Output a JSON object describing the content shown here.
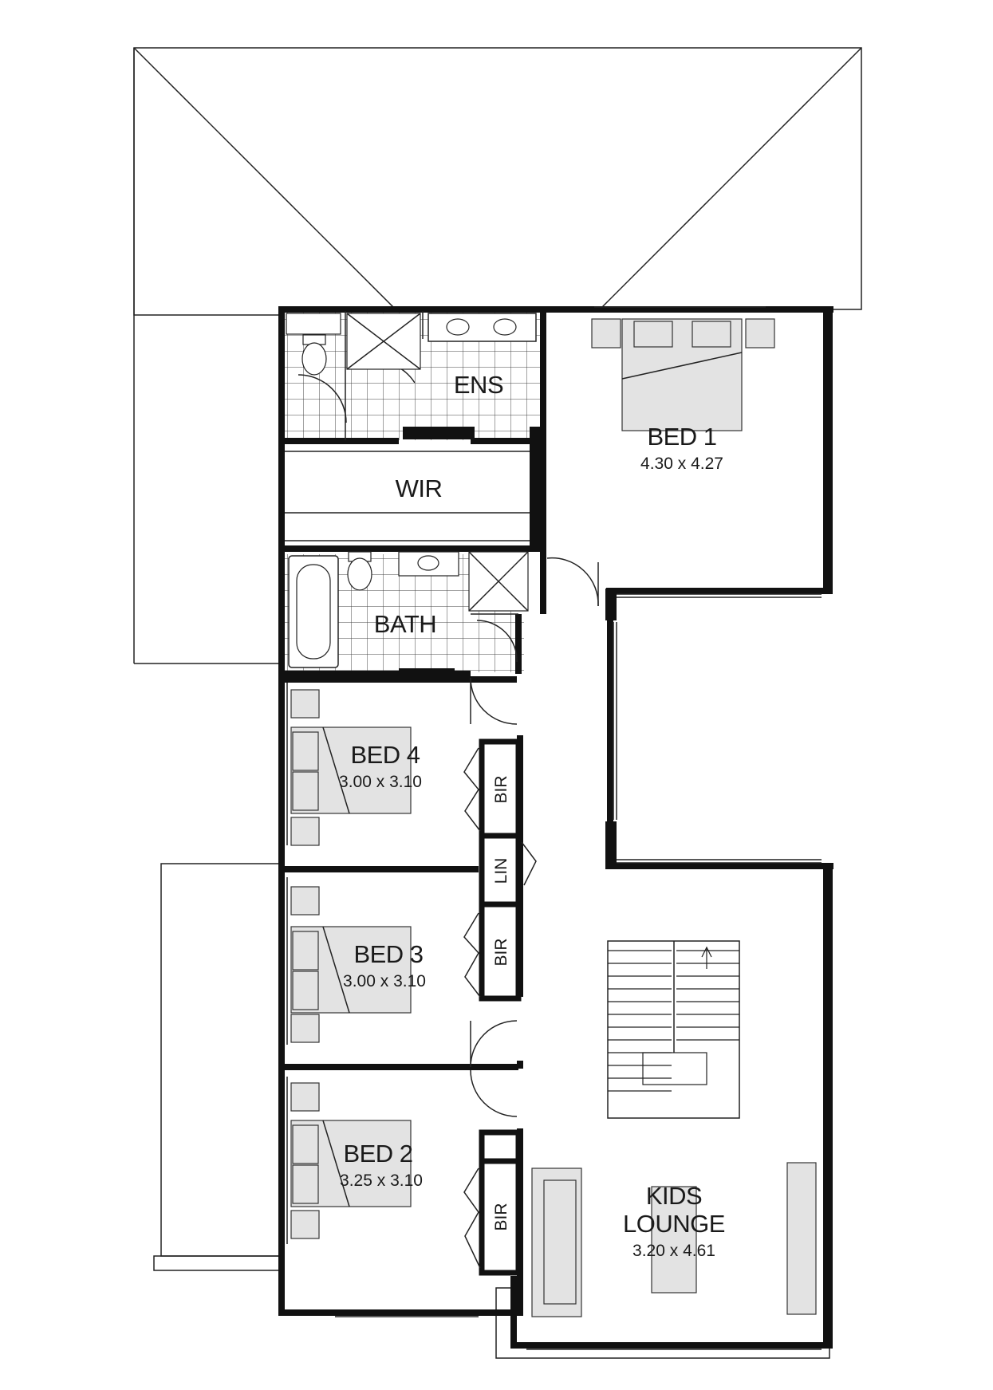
{
  "rooms": {
    "ens": {
      "name": "ENS"
    },
    "wir": {
      "name": "WIR"
    },
    "bath": {
      "name": "BATH"
    },
    "bed1": {
      "name": "BED 1",
      "size": "4.30 x 4.27"
    },
    "bed2": {
      "name": "BED 2",
      "size": "3.25 x 3.10"
    },
    "bed3": {
      "name": "BED 3",
      "size": "3.00 x 3.10"
    },
    "bed4": {
      "name": "BED 4",
      "size": "3.00 x 3.10"
    },
    "lounge": {
      "name_line1": "KIDS",
      "name_line2": "LOUNGE",
      "size": "3.20 x 4.61"
    }
  },
  "closets": {
    "bir_bed4": "BIR",
    "lin": "LIN",
    "bir_bed3": "BIR",
    "bir_bed2": "BIR"
  },
  "colors": {
    "wall": "#111111",
    "furniture_fill": "#e3e3e3",
    "tile_line": "#555555",
    "background": "#ffffff"
  }
}
